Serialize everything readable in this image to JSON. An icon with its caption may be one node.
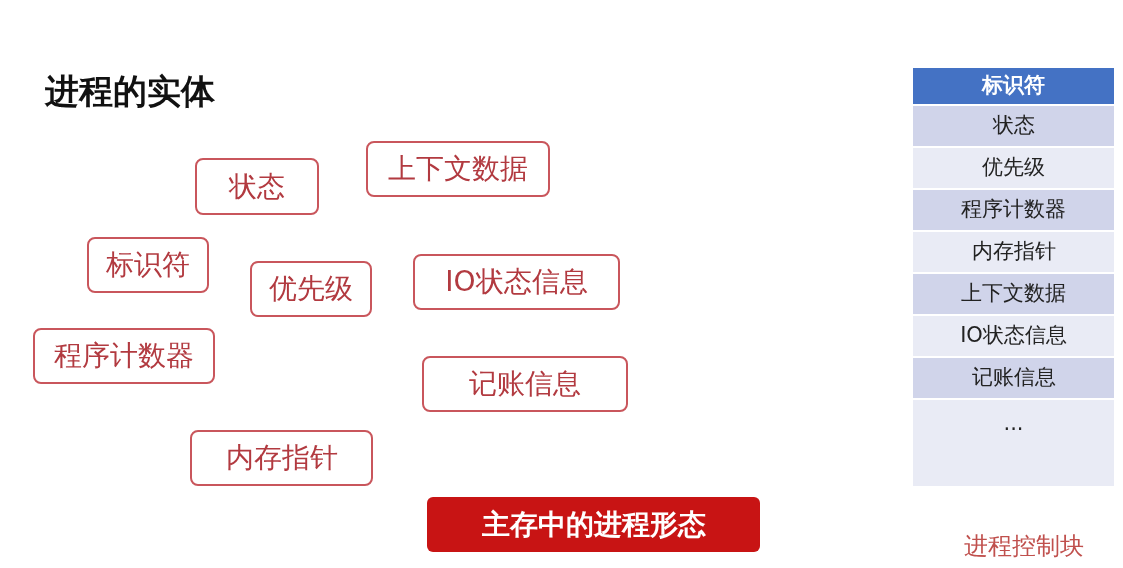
{
  "diagram": {
    "title": "进程的实体",
    "nodes": [
      {
        "text": [
          "状态"
        ]
      },
      {
        "text": [
          "上下文数据"
        ]
      },
      {
        "text": [
          "标识符"
        ]
      },
      {
        "text": [
          "优先级"
        ]
      },
      {
        "text": [
          "IO状态信息"
        ]
      },
      {
        "text": [
          "程序计数器"
        ]
      },
      {
        "text": [
          "记账信息"
        ]
      },
      {
        "text": [
          "内存指针"
        ]
      },
      {
        "text": [
          "主存中的进程形态"
        ]
      },
      {
        "text": [],
        "shape": "box",
        "beside": [
          "进程控制块"
        ]
      },
      {
        "text": [
          "标识符"
        ],
        "in": 9
      },
      {
        "text": [
          "状态"
        ],
        "in": 9
      },
      {
        "text": [
          "优先级"
        ],
        "in": 9
      },
      {
        "text": [
          "程序计数器"
        ],
        "in": 9
      },
      {
        "text": [
          "内存指针"
        ],
        "in": 9
      },
      {
        "text": [
          "上下文数据"
        ],
        "in": 9
      },
      {
        "text": [
          "IO状态信息"
        ],
        "in": 9
      },
      {
        "text": [
          "记账信息"
        ],
        "in": 9
      },
      {
        "text": [
          "..."
        ],
        "in": 9
      }
    ]
  }
}
